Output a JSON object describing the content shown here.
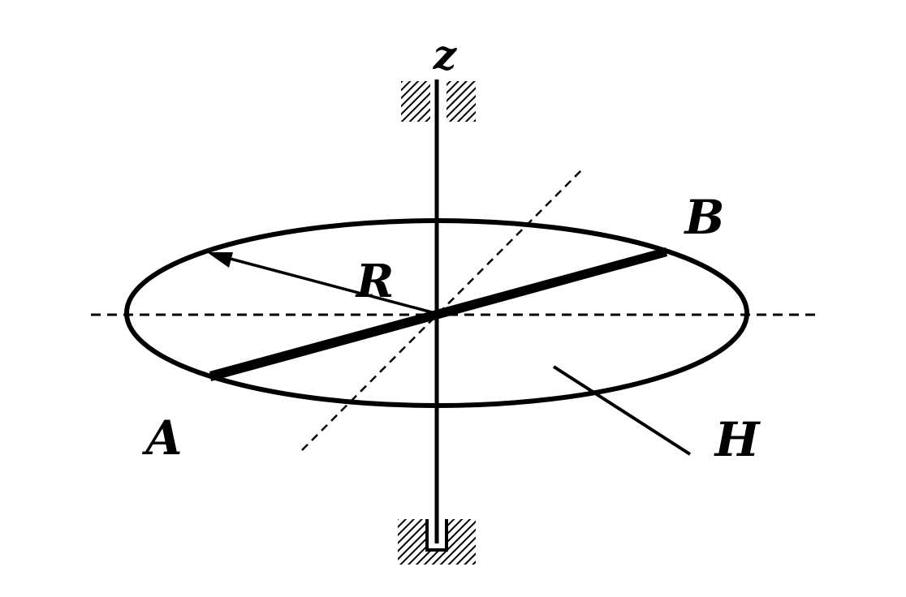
{
  "labels": {
    "axis": "z",
    "point_a": "A",
    "point_b": "B",
    "radius": "R",
    "disk": "H"
  },
  "colors": {
    "ink": "#000000",
    "paper": "#ffffff"
  }
}
